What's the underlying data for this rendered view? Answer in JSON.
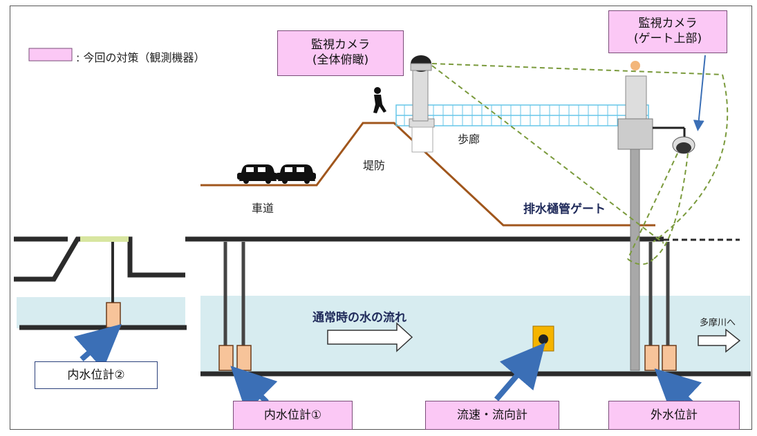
{
  "legend": {
    "swatch_color": "#fbc8f5",
    "text": ": 今回の対策（観測機器）"
  },
  "cameras": {
    "overall": {
      "line1": "監視カメラ",
      "line2": "(全体俯瞰)"
    },
    "gate": {
      "line1": "監視カメラ",
      "line2": "(ゲート上部)"
    }
  },
  "labels": {
    "walkway": "歩廊",
    "levee": "堤防",
    "road": "車道",
    "gate": "排水樋管ゲート",
    "flow": "通常時の水の流れ",
    "to_river": "多摩川へ"
  },
  "instruments": {
    "inner2": "内水位計②",
    "inner1": "内水位計①",
    "current": "流速・流向計",
    "outer": "外水位計"
  },
  "colors": {
    "water": "#d7ecf0",
    "levee": "#a0561c",
    "pipe": "#2b2b2b",
    "arrow": "#3b6fb6",
    "dashed": "#7a9a3c"
  }
}
